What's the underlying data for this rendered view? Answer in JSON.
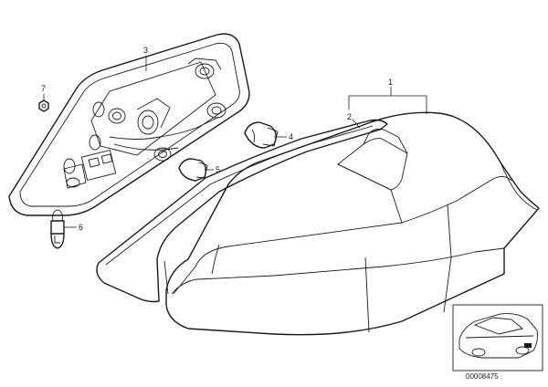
{
  "callouts": {
    "part_1": "1",
    "part_2": "2",
    "part_3": "3",
    "part_4": "4",
    "part_5": "5",
    "part_6": "6",
    "part_7": "7"
  },
  "diagram_code": "00008475"
}
